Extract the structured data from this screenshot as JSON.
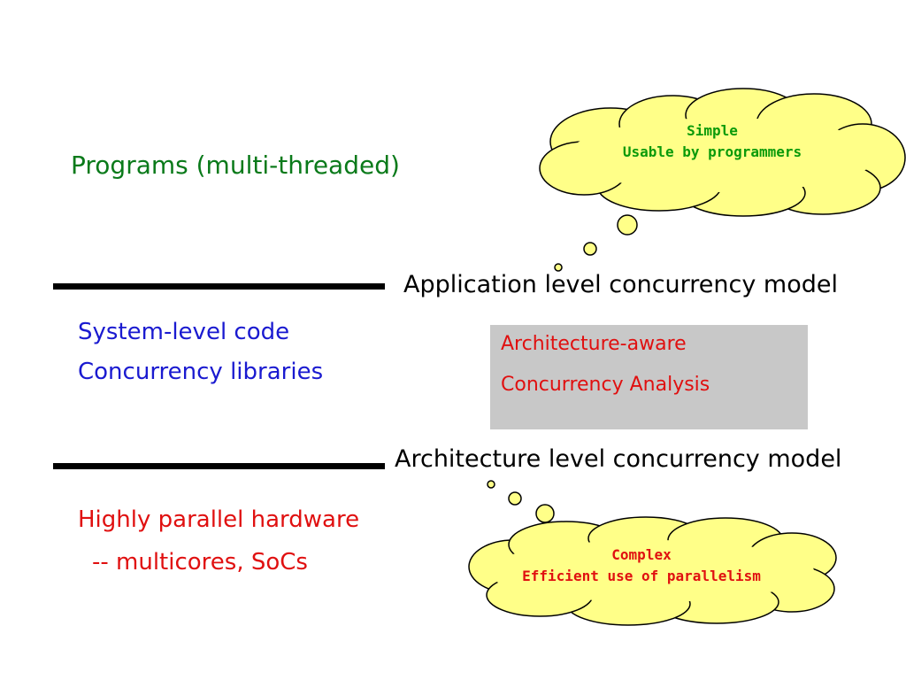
{
  "top_layer": {
    "label": "Programs (multi-threaded)"
  },
  "boundary_top": {
    "label": "Application level concurrency model"
  },
  "middle_layer": {
    "line1": "System-level code",
    "line2": "Concurrency libraries"
  },
  "analysis_box": {
    "line1": "Architecture-aware",
    "line2": "Concurrency Analysis"
  },
  "boundary_bottom": {
    "label": "Architecture level concurrency model"
  },
  "bottom_layer": {
    "line1": "Highly parallel hardware",
    "line2": "-- multicores, SoCs"
  },
  "cloud_top": {
    "line1": "Simple",
    "line2": "Usable by programmers"
  },
  "cloud_bottom": {
    "line1": "Complex",
    "line2": "Efficient use of parallelism"
  },
  "colors": {
    "cloud_fill": "#ffff88",
    "programs_text": "#0a7a1a",
    "system_text": "#1a1ad0",
    "hardware_text": "#e01010",
    "analysis_box_fill": "#c8c8c8"
  }
}
